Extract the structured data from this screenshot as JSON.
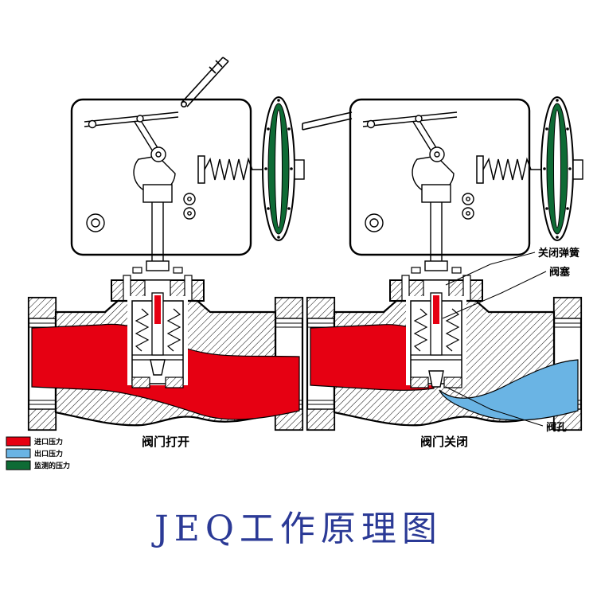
{
  "title": "JEQ工作原理图",
  "valves": {
    "open": {
      "caption": "阀门打开",
      "state": "open"
    },
    "closed": {
      "caption": "阀门关闭",
      "state": "closed"
    }
  },
  "callouts": {
    "closing_spring": "关闭弹簧",
    "valve_plug": "阀塞",
    "valve_orifice": "阀孔"
  },
  "legend": {
    "items": [
      {
        "label": "进口压力",
        "color": "#e60012"
      },
      {
        "label": "出口压力",
        "color": "#6ab4e4"
      },
      {
        "label": "监测的压力",
        "color": "#0e6b35"
      }
    ]
  },
  "colors": {
    "inlet": "#e60012",
    "outlet": "#6ab4e4",
    "monitored": "#0e6b35",
    "title": "#2b3a96"
  }
}
